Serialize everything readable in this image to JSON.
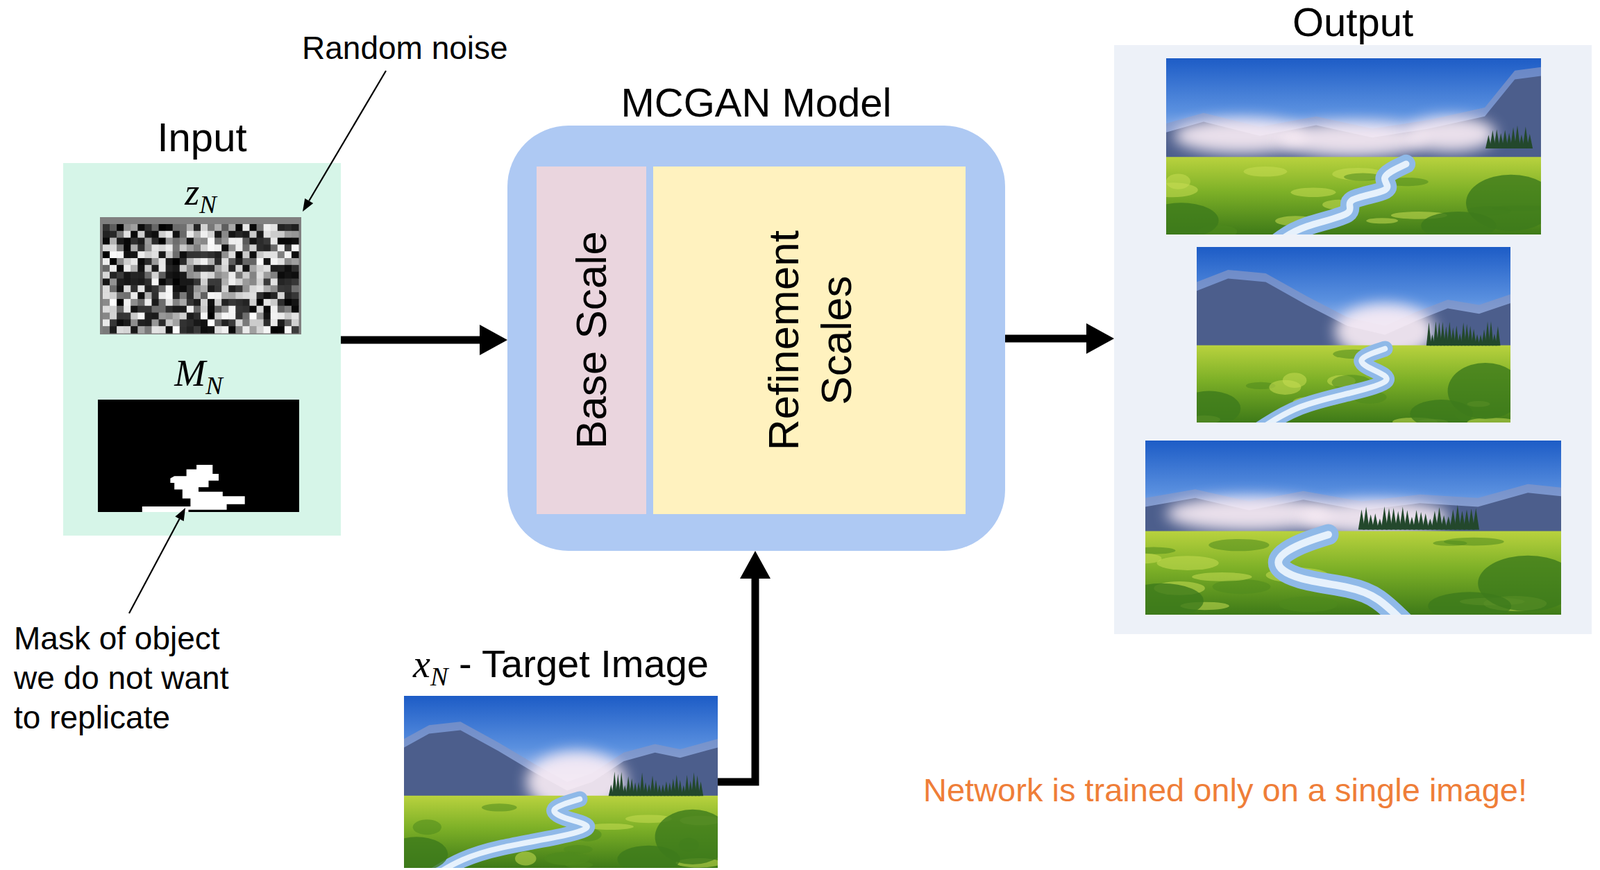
{
  "diagram": {
    "nodes": [
      {
        "text": [
          "Input"
        ]
      },
      {
        "text": [
          "zN"
        ],
        "in": 0
      },
      {
        "text": [
          "MN"
        ],
        "in": 0
      },
      {
        "text": [
          "MCGAN Model"
        ]
      },
      {
        "text": [
          "Base Scale"
        ],
        "in": 3
      },
      {
        "text": [
          "Refinement Scales"
        ],
        "in": 3
      },
      {
        "text": [
          "Output"
        ]
      },
      {
        "text": [
          "xN - Target Image"
        ]
      }
    ],
    "edges": [
      {
        "from": 0,
        "to": 3,
        "arrow": "to"
      },
      {
        "from": 3,
        "to": 6,
        "arrow": "to"
      },
      {
        "from": 7,
        "to": 3,
        "arrow": "to"
      }
    ],
    "labels": [
      "Random noise",
      "Mask of object we do not want to replicate",
      "Network is trained only on a single image!"
    ]
  }
}
